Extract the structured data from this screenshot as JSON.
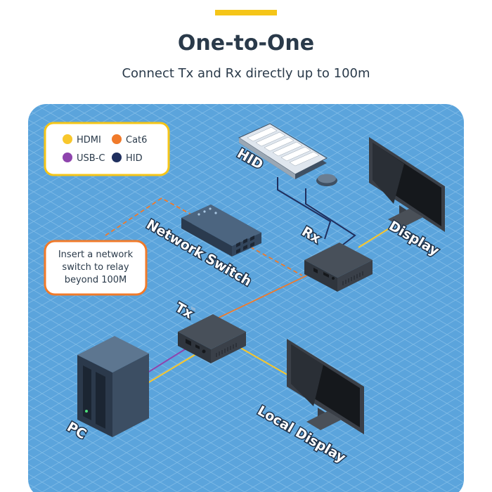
{
  "header": {
    "title": "One-to-One",
    "subtitle": "Connect Tx and Rx directly up to 100m"
  },
  "colors": {
    "accent": "#f5c518",
    "background_panel": "#5ba4dc",
    "hdmi": "#f8c72c",
    "cat6": "#f07a2a",
    "usbc": "#8e44ad",
    "hid": "#1f2f5e"
  },
  "legend": {
    "items": [
      {
        "label": "HDMI",
        "color": "#f8c72c"
      },
      {
        "label": "Cat6",
        "color": "#f07a2a"
      },
      {
        "label": "USB-C",
        "color": "#8e44ad"
      },
      {
        "label": "HID",
        "color": "#1f2f5e"
      }
    ]
  },
  "callout": {
    "lines": [
      "Insert a network",
      "switch to relay",
      "beyond 100M"
    ]
  },
  "labels": {
    "hid": "HID",
    "display": "Display",
    "network_switch": "Network Switch",
    "rx": "Rx",
    "tx": "Tx",
    "pc": "PC",
    "local_display": "Local Display"
  },
  "icons": [
    "keyboard-icon",
    "mouse-icon",
    "monitor-icon",
    "network-switch-icon",
    "extender-box-icon",
    "pc-tower-icon"
  ]
}
